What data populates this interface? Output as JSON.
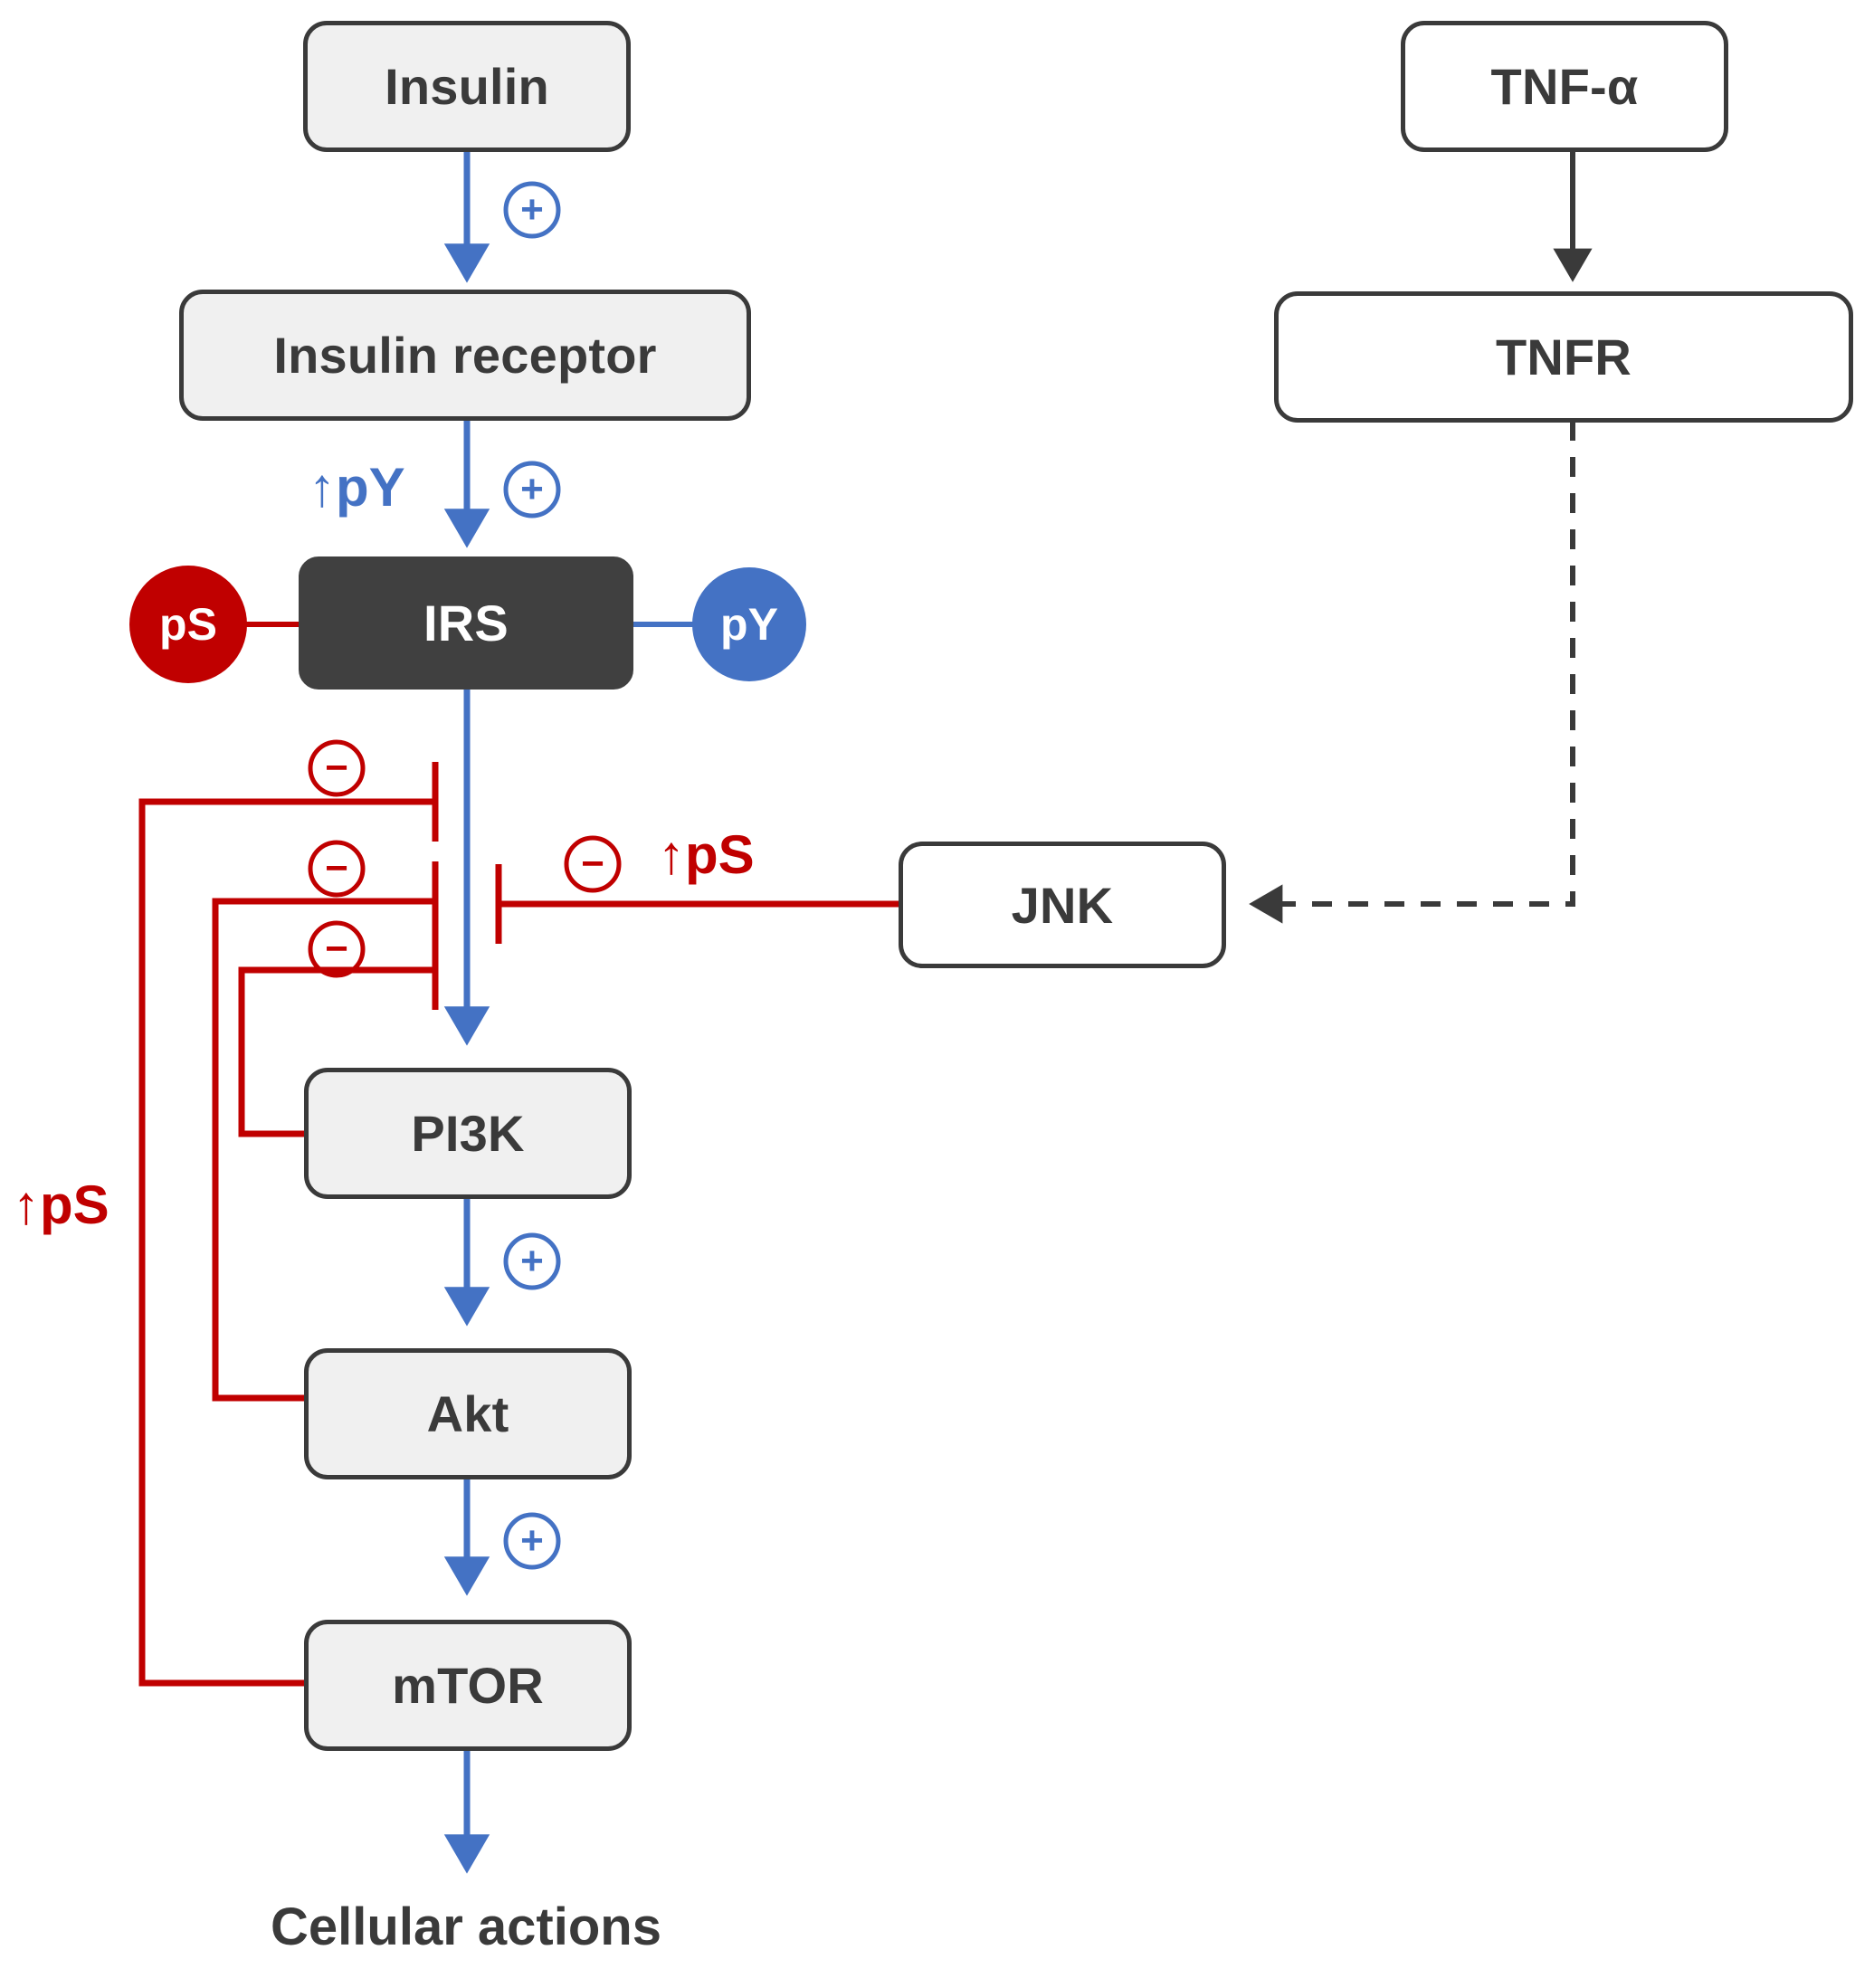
{
  "diagram": {
    "title": "Insulin signaling and TNF-alpha / JNK-mediated insulin resistance pathway",
    "colors": {
      "activation_blue": "#4472C4",
      "inhibition_red": "#C00000",
      "node_border": "#3A3A3A",
      "node_fill_grey": "#F0F0F0",
      "node_fill_white": "#FFFFFF",
      "irs_fill": "#404040",
      "background": "#FFFFFF"
    }
  },
  "nodes": [
    {
      "id": "insulin",
      "label": "Insulin",
      "style": "grey"
    },
    {
      "id": "insulin-receptor",
      "label": "Insulin receptor",
      "style": "grey"
    },
    {
      "id": "irs",
      "label": "IRS",
      "style": "dark"
    },
    {
      "id": "pi3k",
      "label": "PI3K",
      "style": "grey"
    },
    {
      "id": "akt",
      "label": "Akt",
      "style": "grey"
    },
    {
      "id": "mtor",
      "label": "mTOR",
      "style": "grey"
    },
    {
      "id": "tnf-alpha",
      "label": "TNF-α",
      "style": "white"
    },
    {
      "id": "tnfr",
      "label": "TNFR",
      "style": "white"
    },
    {
      "id": "jnk",
      "label": "JNK",
      "style": "white"
    }
  ],
  "phospho_badges": [
    {
      "id": "ps-badge",
      "label": "pS",
      "color": "#C00000",
      "side": "left"
    },
    {
      "id": "py-badge",
      "label": "pY",
      "color": "#4472C4",
      "side": "right"
    }
  ],
  "edge_labels": {
    "plus": "+",
    "minus": "−",
    "up_py": "↑pY",
    "up_ps_jnk": "↑pS",
    "up_ps_feedback": "↑pS"
  },
  "terminal": {
    "label": "Cellular actions"
  },
  "edges": [
    {
      "from": "insulin",
      "to": "insulin-receptor",
      "sign": "+",
      "kind": "activation",
      "style": "solid"
    },
    {
      "from": "insulin-receptor",
      "to": "irs",
      "sign": "+",
      "kind": "activation",
      "style": "solid",
      "annotation": "↑pY"
    },
    {
      "from": "irs",
      "to": "pi3k",
      "sign": "",
      "kind": "activation",
      "style": "solid"
    },
    {
      "from": "pi3k",
      "to": "akt",
      "sign": "+",
      "kind": "activation",
      "style": "solid"
    },
    {
      "from": "akt",
      "to": "mtor",
      "sign": "+",
      "kind": "activation",
      "style": "solid"
    },
    {
      "from": "mtor",
      "to": "Cellular actions",
      "sign": "",
      "kind": "activation",
      "style": "solid"
    },
    {
      "from": "tnf-alpha",
      "to": "tnfr",
      "sign": "",
      "kind": "activation",
      "style": "solid"
    },
    {
      "from": "tnfr",
      "to": "jnk",
      "sign": "",
      "kind": "activation",
      "style": "dashed"
    },
    {
      "from": "jnk",
      "to": "irs",
      "sign": "−",
      "kind": "inhibition",
      "style": "solid",
      "annotation": "↑pS"
    },
    {
      "from": "mtor",
      "to": "irs",
      "sign": "−",
      "kind": "inhibition",
      "style": "solid",
      "annotation": "↑pS"
    },
    {
      "from": "akt",
      "to": "irs",
      "sign": "−",
      "kind": "inhibition",
      "style": "solid"
    },
    {
      "from": "pi3k",
      "to": "irs",
      "sign": "−",
      "kind": "inhibition",
      "style": "solid"
    }
  ]
}
